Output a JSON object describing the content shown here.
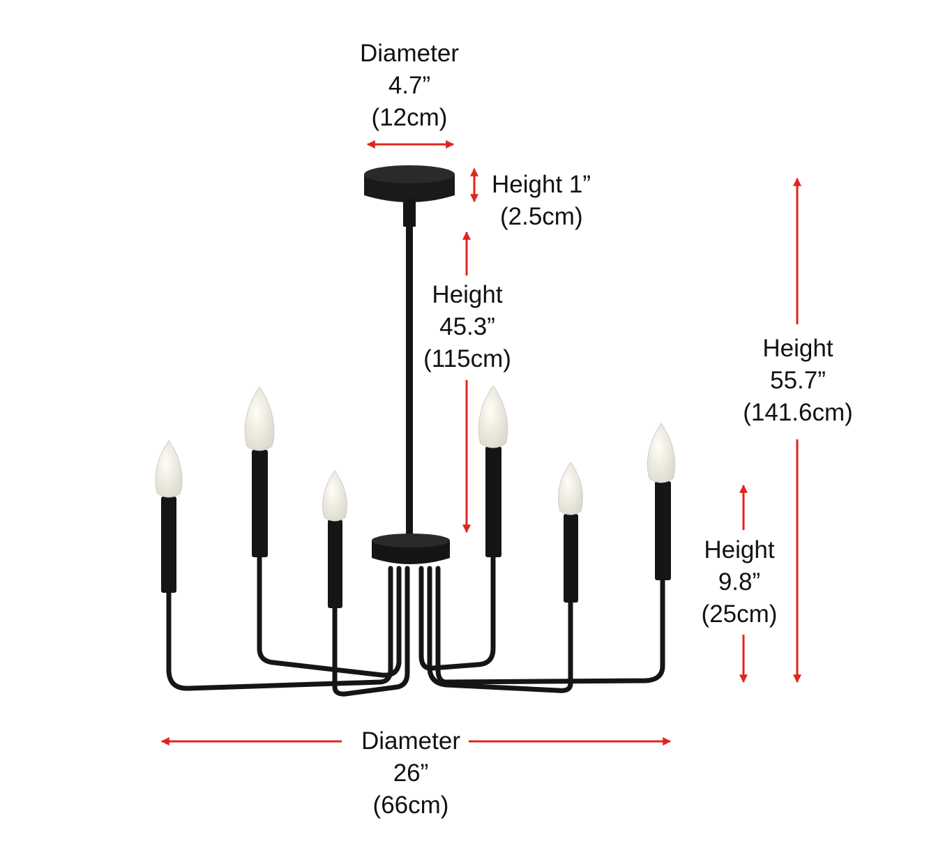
{
  "colors": {
    "arrow": "#e0251b",
    "fixture": "#151515",
    "bulb": "#f3f1ea"
  },
  "labels": {
    "canopy_diameter": {
      "title": "Diameter",
      "imperial": "4.7”",
      "metric": "(12cm)"
    },
    "canopy_height": {
      "title": "Height 1”",
      "metric": "(2.5cm)"
    },
    "rod_height": {
      "title": "Height",
      "imperial": "45.3”",
      "metric": "(115cm)"
    },
    "total_height": {
      "title": "Height",
      "imperial": "55.7”",
      "metric": "(141.6cm)"
    },
    "body_height": {
      "title": "Height",
      "imperial": "9.8”",
      "metric": "(25cm)"
    },
    "body_diameter": {
      "title": "Diameter",
      "imperial": "26”",
      "metric": "(66cm)"
    }
  }
}
